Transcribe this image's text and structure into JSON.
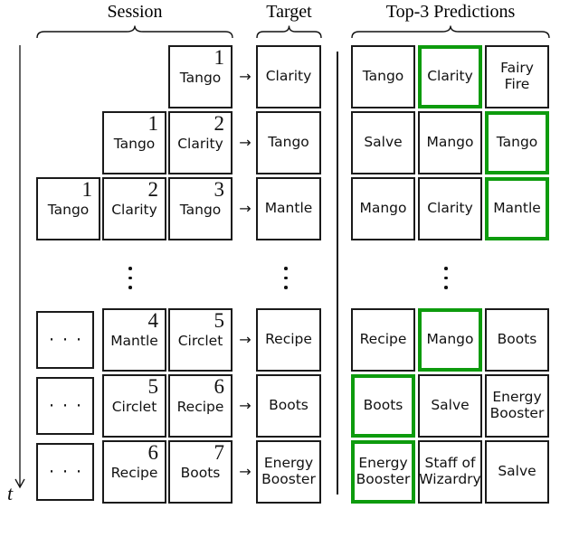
{
  "headers": {
    "session": "Session",
    "target": "Target",
    "predictions": "Top-3 Predictions"
  },
  "axis": {
    "label": "t",
    "direction": "down"
  },
  "symbols": {
    "arrow": "→",
    "h_ellipsis": "···"
  },
  "colors": {
    "correct_highlight": "#0d9b0d",
    "box_border": "#1a1a1a"
  },
  "rows": [
    {
      "session": {
        "c3": {
          "step": "1",
          "item": "Tango"
        }
      },
      "target": "Clarity",
      "pred": [
        {
          "item": "Tango",
          "correct": false
        },
        {
          "item": "Clarity",
          "correct": true
        },
        {
          "item": "Fairy Fire",
          "correct": false
        }
      ]
    },
    {
      "session": {
        "c2": {
          "step": "1",
          "item": "Tango"
        },
        "c3": {
          "step": "2",
          "item": "Clarity"
        }
      },
      "target": "Tango",
      "pred": [
        {
          "item": "Salve",
          "correct": false
        },
        {
          "item": "Mango",
          "correct": false
        },
        {
          "item": "Tango",
          "correct": true
        }
      ]
    },
    {
      "session": {
        "c1": {
          "step": "1",
          "item": "Tango"
        },
        "c2": {
          "step": "2",
          "item": "Clarity"
        },
        "c3": {
          "step": "3",
          "item": "Tango"
        }
      },
      "target": "Mantle",
      "pred": [
        {
          "item": "Mango",
          "correct": false
        },
        {
          "item": "Clarity",
          "correct": false
        },
        {
          "item": "Mantle",
          "correct": true
        }
      ]
    },
    {
      "session": {
        "c1": {
          "ellipsis": true
        },
        "c2": {
          "step": "4",
          "item": "Mantle"
        },
        "c3": {
          "step": "5",
          "item": "Circlet"
        }
      },
      "target": "Recipe",
      "pred": [
        {
          "item": "Recipe",
          "correct": false
        },
        {
          "item": "Mango",
          "correct": true
        },
        {
          "item": "Boots",
          "correct": false
        }
      ]
    },
    {
      "session": {
        "c1": {
          "ellipsis": true
        },
        "c2": {
          "step": "5",
          "item": "Circlet"
        },
        "c3": {
          "step": "6",
          "item": "Recipe"
        }
      },
      "target": "Boots",
      "pred": [
        {
          "item": "Boots",
          "correct": true
        },
        {
          "item": "Salve",
          "correct": false
        },
        {
          "item": "Energy Booster",
          "correct": false
        }
      ]
    },
    {
      "session": {
        "c1": {
          "ellipsis": true
        },
        "c2": {
          "step": "6",
          "item": "Recipe"
        },
        "c3": {
          "step": "7",
          "item": "Boots"
        }
      },
      "target": "Energy Booster",
      "pred": [
        {
          "item": "Energy Booster",
          "correct": true
        },
        {
          "item": "Staff of Wizardry",
          "correct": false
        },
        {
          "item": "Salve",
          "correct": false
        }
      ]
    }
  ]
}
